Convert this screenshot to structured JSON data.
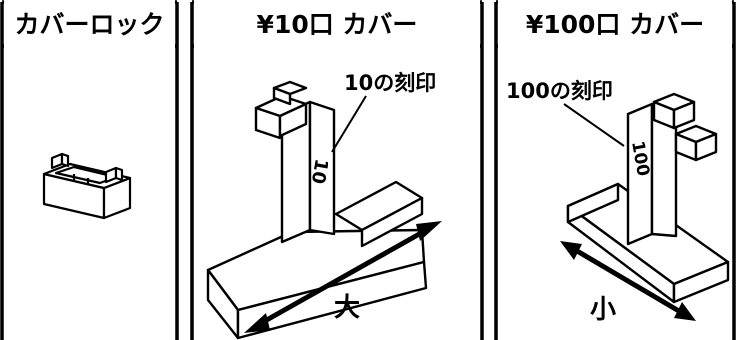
{
  "panels": [
    {
      "title": "カバーロック"
    },
    {
      "title": "¥10口 カバー",
      "stamp_label": "10の刻印",
      "engraving": "10",
      "size_label": "大"
    },
    {
      "title": "¥100口 カバー",
      "stamp_label": "100の刻印",
      "engraving": "100",
      "size_label": "小"
    }
  ],
  "colors": {
    "line": "#000000",
    "background": "#ffffff"
  }
}
